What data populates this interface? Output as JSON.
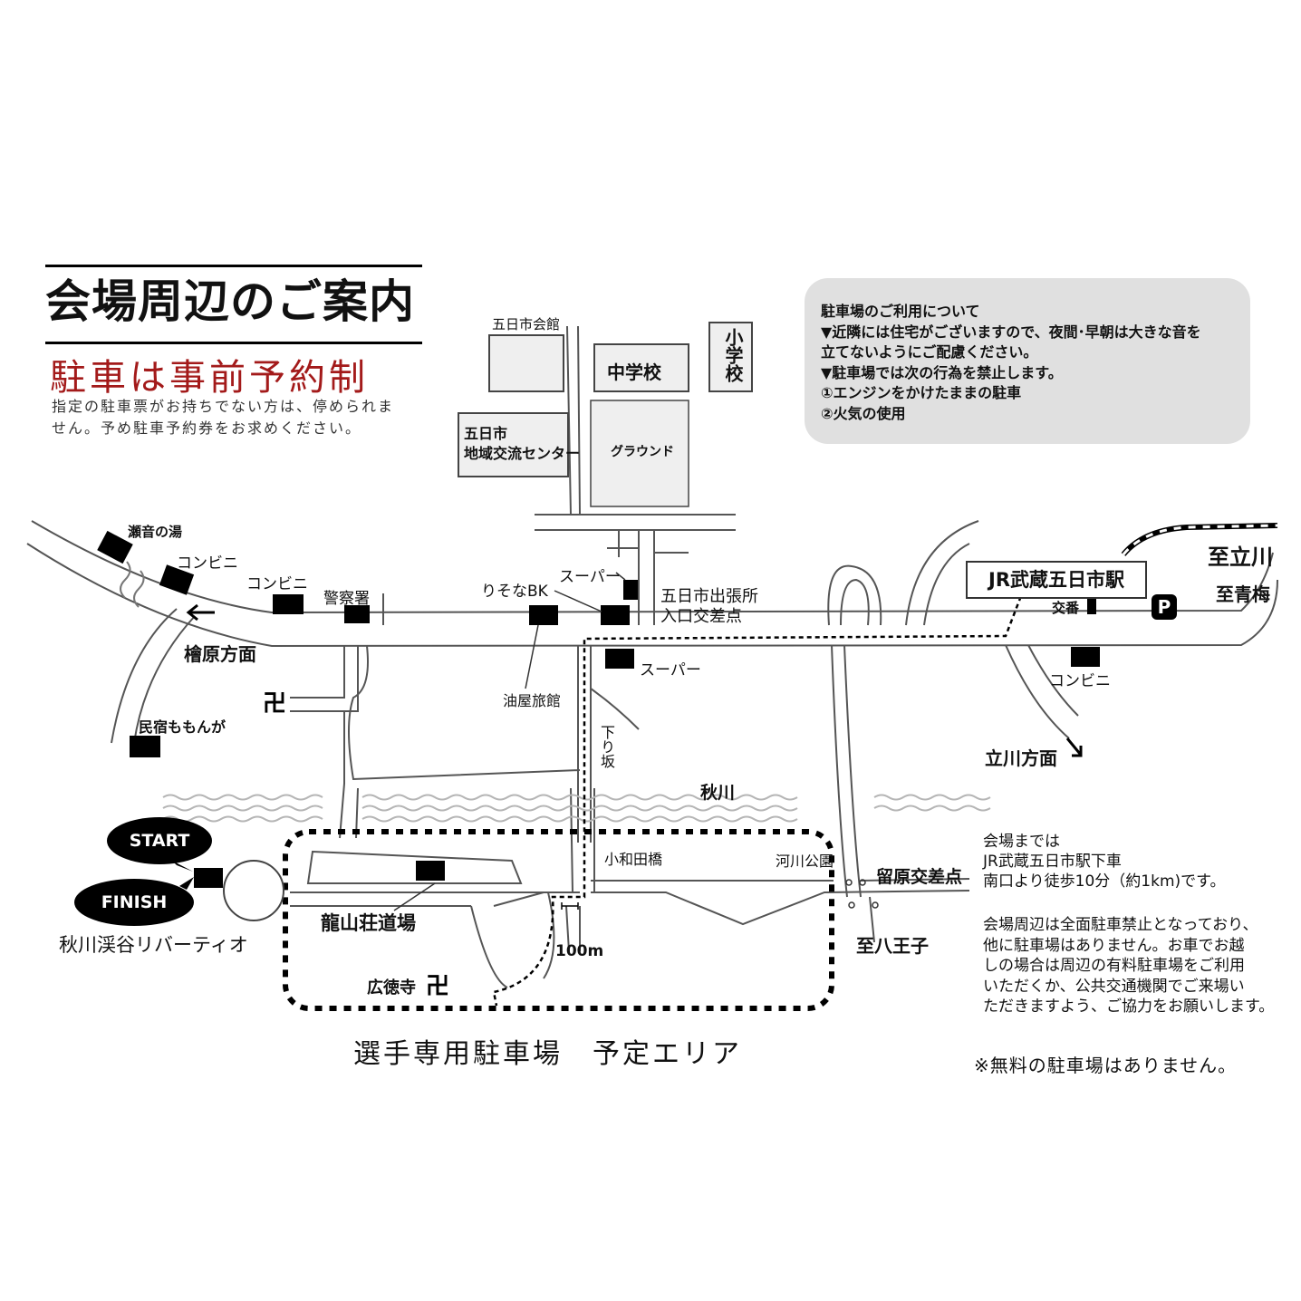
{
  "header": {
    "title": "会場周辺のご案内",
    "subtitle": "駐車は事前予約制",
    "note_line1": "指定の駐車票がお持ちでない方は、停められま",
    "note_line2": "せん。予め駐車予約券をお求めください。"
  },
  "parking_info": {
    "heading": "駐車場のご利用について",
    "line1": "▼近隣には住宅がございますので、夜間･早朝は大きな音を",
    "line2": "立てないようにご配慮ください。",
    "line3": "▼駐車場では次の行為を禁止します。",
    "item1": "①エンジンをかけたままの駐車",
    "item2": "②火気の使用"
  },
  "map": {
    "kaikan": "五日市会館",
    "chugakko": "中学校",
    "shogakko": "小学校",
    "center_line1": "五日市",
    "center_line2": "地域交流センター",
    "ground": "グラウンド",
    "seon": "瀬音の湯",
    "konbini1": "コンビニ",
    "konbini2": "コンビニ",
    "keisatsu": "警察署",
    "resona": "りそなBK",
    "super1": "スーパー",
    "shucchojo_line1": "五日市出張所",
    "shucchojo_line2": "入口交差点",
    "station": "JR武蔵五日市駅",
    "koban": "交番",
    "parking_mark": "P",
    "tachikawa_to": "至立川",
    "ome_to": "至青梅",
    "hinohara": "檜原方面",
    "super2": "スーパー",
    "konbini3": "コンビニ",
    "aburaya": "油屋旅館",
    "kudarizaka": "下り坂",
    "minshuku": "民宿ももんが",
    "tachikawa_dir": "立川方面",
    "akigawa": "秋川",
    "kowadabashi": "小和田橋",
    "kasenkoen": "河川公園",
    "tomehara": "留原交差点",
    "hachioji": "至八王子",
    "ryuzanso": "龍山荘道場",
    "kotokuji": "広徳寺",
    "scale": "100m",
    "venue": "秋川渓谷リバーティオ",
    "start": "START",
    "finish": "FINISH",
    "parking_area": "選手専用駐車場　予定エリア"
  },
  "access": {
    "line1": "会場までは",
    "line2": "JR武蔵五日市駅下車",
    "line3": "南口より徒歩10分（約1km)です。",
    "line4": "会場周辺は全面駐車禁止となっており、",
    "line5": "他に駐車場はありません。お車でお越",
    "line6": "しの場合は周辺の有料駐車場をご利用",
    "line7": "いただくか、公共交通機関でご来場い",
    "line8": "ただきますよう、ご協力をお願いします。",
    "no_free": "※無料の駐車場はありません。"
  }
}
